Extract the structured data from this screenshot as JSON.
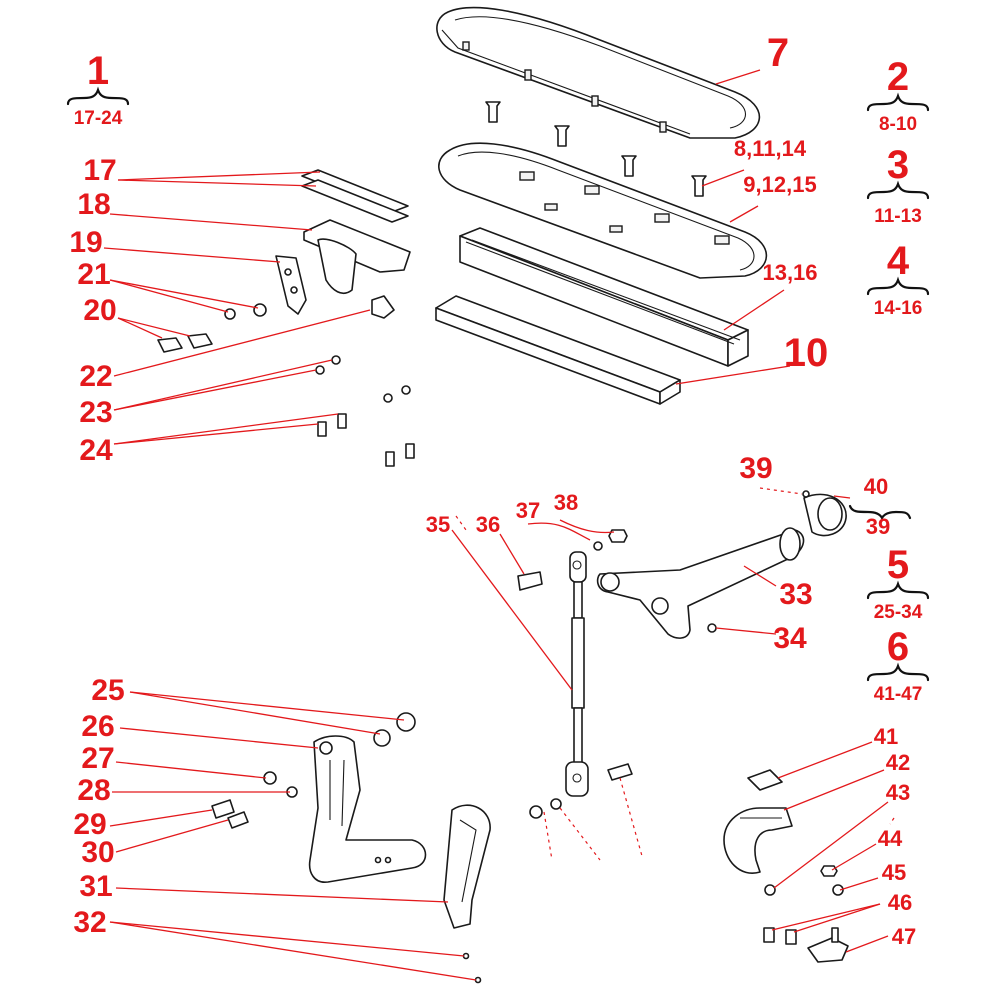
{
  "part_labels": {
    "p1": "1",
    "p2": "2",
    "p3": "3",
    "p4": "4",
    "p5": "5",
    "p6": "6",
    "p7": "7",
    "p8_11_14": "8,11,14",
    "p9_12_15": "9,12,15",
    "p10": "10",
    "p13_16": "13,16",
    "p17": "17",
    "p18": "18",
    "p19": "19",
    "p20": "20",
    "p21": "21",
    "p22": "22",
    "p23": "23",
    "p24": "24",
    "p25": "25",
    "p26": "26",
    "p27": "27",
    "p28": "28",
    "p29": "29",
    "p30": "30",
    "p31": "31",
    "p32": "32",
    "p33": "33",
    "p34": "34",
    "p35": "35",
    "p36": "36",
    "p37": "37",
    "p38": "38",
    "p39": "39",
    "p40": "40",
    "p41": "41",
    "p42": "42",
    "p43": "43",
    "p44": "44",
    "p45": "45",
    "p46": "46",
    "p47": "47"
  },
  "group_labels": {
    "g1": "17-24",
    "g2": "8-10",
    "g3": "11-13",
    "g4": "14-16",
    "g5": "25-34",
    "g6": "41-47",
    "g40": "39"
  },
  "colors": {
    "label": "#e3191c",
    "line": "#1a1a1a",
    "background": "#ffffff"
  }
}
